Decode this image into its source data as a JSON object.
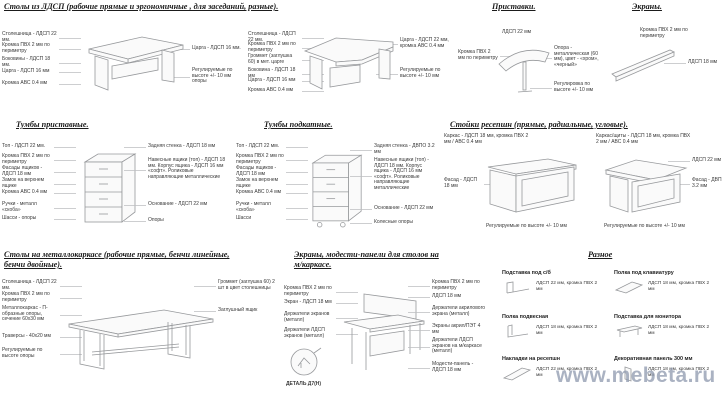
{
  "watermark": "www.mebeta.ru",
  "tables": {
    "title": "Столы из ЛДСП (рабочие прямые и эргономичные , для заседаний, разные).",
    "desk1": [
      "Столешница - ЛДСП 22 мм.",
      "Кромка ПВХ 2 мм по периметру",
      "Боковины - ЛДСП 18 мм.",
      "Царга - ЛДСП 16 мм",
      "Кромка АВС 0.4 мм",
      "Царга - ЛДСП 16 мм.",
      "Регулируемые по высоте +/- 10 мм опоры"
    ],
    "desk2": [
      "Столешница - ЛДСП 22 мм.",
      "Кромка ПВХ 2 мм по периметру",
      "Громмет (заглушка 60) в мет. царге",
      "Боковина - ЛДСП 18 мм",
      "Царга - ЛДСП 16 мм",
      "Кромка АВС 0.4 мм",
      "Царга - ЛДСП 22 мм, кромка АВС 0.4 мм",
      "Регулируемые по высоте +/- 10 мм"
    ]
  },
  "pristavki": {
    "title": "Приставки.",
    "labels": [
      "ЛДСП 22 мм",
      "Кромка ПВХ 2 мм по периметру",
      "Опора - металлическая (60 мм), цвет - «хром», «черный»",
      "Регулировка по высоте +/- 10 мм"
    ]
  },
  "ekrany": {
    "title": "Экраны.",
    "labels": [
      "Кромка ПВХ 2 мм по периметру",
      "ЛДСП 18 мм"
    ]
  },
  "tumby_pristavnye": {
    "title": "Тумбы приставные.",
    "left": [
      "Топ - ЛДСП 22 мм.",
      "Кромка ПВХ 2 мм по периметру",
      "Фасады ящиков - ЛДСП 18 мм",
      "Замок на верхнем ящике",
      "Кромка АВС 0.4 мм",
      "Ручки - металл «скоба»",
      "Шасси - опоры"
    ],
    "right": [
      "Задняя стенка - ЛДСП 18 мм",
      "Навесные ящики (топ) - ЛДСП 18 мм. Корпус ящика - ЛДСП 16 мм «софт». Роликовые направляющие металлические",
      "Основание - ЛДСП 22 мм",
      "Опоры"
    ]
  },
  "tumby_podkatnye": {
    "title": "Тумбы подкатные.",
    "left": [
      "Топ - ЛДСП 22 мм.",
      "Кромка ПВХ 2 мм по периметру",
      "Фасады ящиков - ЛДСП 18 мм",
      "Замок на верхнем ящике",
      "Кромка АВС 0.4 мм",
      "Ручки - металл «скоба»",
      "Шасси"
    ],
    "right": [
      "Задняя стенка - ДВПО 3.2 мм",
      "Навесные ящики (топ) - ЛДСП 18 мм. Корпус ящика - ЛДСП 16 мм «софт». Роликовые направляющие металлические",
      "Основание - ЛДСП 22 мм",
      "Колесные опоры"
    ]
  },
  "reception": {
    "title": "Стойки ресепшн (прямые, радиальные, угловые).",
    "straight": [
      "Каркас - ЛДСП 18 мм, кромка ПВХ 2 мм / АВС 0.4 мм",
      "Фасад - ЛДСП 18 мм",
      "Регулируемые по высоте +/- 10 мм"
    ],
    "corner": [
      "Каркас/щиты - ЛДСП 18 мм, кромка ПВХ 2 мм / АВС 0.4 мм",
      "Фасад - ДВП 3.2 мм",
      "ЛДСП 22 мм",
      "Регулируемые по высоте +/- 10 мм"
    ]
  },
  "metal_tables": {
    "title": "Столы на металлокаркасе (рабочие прямые, бенчи линейные, бенчи двойные).",
    "left": [
      "Столешница - ЛДСП 22 мм.",
      "Кромка ПВХ 2 мм по периметру",
      "Металлокаркас - П-образные опоры, сечение 60х30 мм",
      "Траверсы - 40х20 мм",
      "Регулируемые по высоте опоры"
    ],
    "right": [
      "Громмет (заглушка 60) 2 шт в цвет столешницы",
      "Заглушный ящик"
    ]
  },
  "ekrany_modesti": {
    "title": "Экраны, модести-панели для столов на м/каркасе.",
    "left": [
      "Кромка ПВХ 2 мм по периметру",
      "Экран - ЛДСП 18 мм",
      "Держатели экранов (металл)",
      "Держатели ЛДСП экранов (металл)",
      "ДЕТАЛЬ Д7(Н)"
    ],
    "right": [
      "Кромка ПВХ 2 мм по периметру",
      "ЛДСП 18 мм",
      "Держатели акрилового экрана (металл)",
      "Экраны акрил/ПЭТ 4 мм",
      "Держатели ЛДСП экранов на м/каркасе (металл)",
      "Модести-панель - ЛДСП 18 мм"
    ]
  },
  "raznoe": {
    "title": "Разное",
    "items": [
      {
        "name": "Подставка под с/б",
        "spec": "ЛДСП 22 мм, кромка ПВХ 2 мм"
      },
      {
        "name": "Полка под клавиатуру",
        "spec": "ЛДСП 18 мм, кромка ПВХ 2 мм"
      },
      {
        "name": "Полка подвесная",
        "spec": "ЛДСП 18 мм, кромка ПВХ 2 мм"
      },
      {
        "name": "Подставка для монитора",
        "spec": "ЛДСП 18 мм, кромка ПВХ 2 мм"
      },
      {
        "name": "Накладки на ресепшн",
        "spec": "ЛДСП 22 мм, кромка ПВХ 2 мм"
      },
      {
        "name": "Декоративная панель 300 мм",
        "spec": "ЛДСП 18 мм, кромка ПВХ 2 мм"
      }
    ]
  }
}
